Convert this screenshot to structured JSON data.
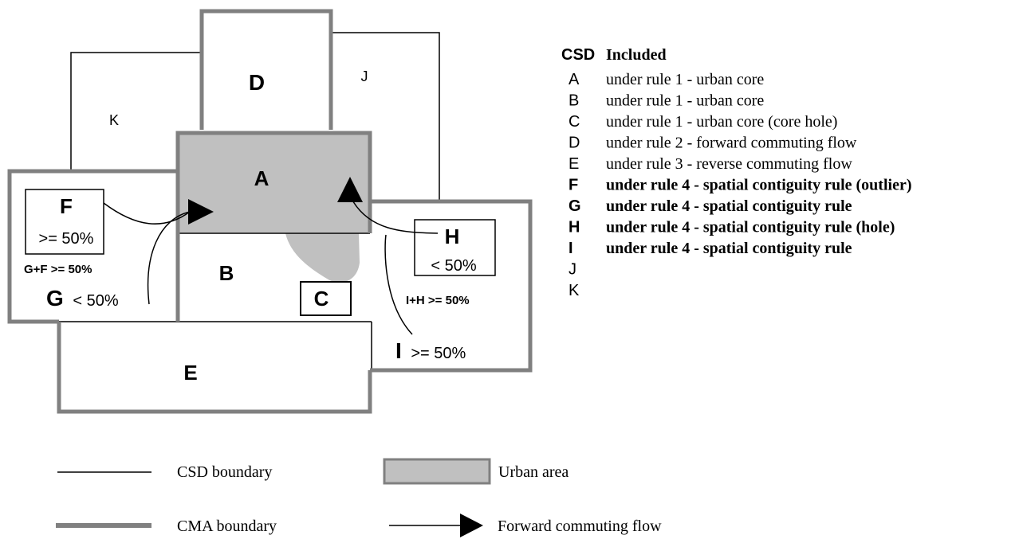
{
  "map": {
    "regions": {
      "A": "A",
      "B": "B",
      "C": "C",
      "D": "D",
      "E": "E",
      "F": "F",
      "G": "G",
      "H": "H",
      "I": "I",
      "J": "J",
      "K": "K"
    },
    "annotations": {
      "f_pct": ">= 50%",
      "g_pct": "< 50%",
      "gf_sum": "G+F >= 50%",
      "h_pct": "< 50%",
      "ih_sum": "I+H >= 50%",
      "i_pct": ">= 50%"
    }
  },
  "table": {
    "header_csd": "CSD",
    "header_included": "Included",
    "rows": [
      {
        "csd": "A",
        "rule": "under rule 1 - urban core",
        "bold": false
      },
      {
        "csd": "B",
        "rule": "under rule 1 - urban core",
        "bold": false
      },
      {
        "csd": "C",
        "rule": "under rule 1 - urban core (core hole)",
        "bold": false
      },
      {
        "csd": "D",
        "rule": "under rule 2 - forward commuting flow",
        "bold": false
      },
      {
        "csd": "E",
        "rule": "under rule 3 - reverse commuting flow",
        "bold": false
      },
      {
        "csd": "F",
        "rule": "under rule 4 - spatial contiguity rule (outlier)",
        "bold": true
      },
      {
        "csd": "G",
        "rule": "under rule 4 - spatial contiguity rule",
        "bold": true
      },
      {
        "csd": "H",
        "rule": "under rule 4 - spatial contiguity rule (hole)",
        "bold": true
      },
      {
        "csd": "I",
        "rule": "under rule 4 - spatial contiguity rule",
        "bold": true
      },
      {
        "csd": "J",
        "rule": "",
        "bold": false
      },
      {
        "csd": "K",
        "rule": "",
        "bold": false
      }
    ]
  },
  "legend": {
    "csd_boundary": "CSD boundary",
    "urban_area": "Urban area",
    "cma_boundary": "CMA boundary",
    "forward_flow": "Forward commuting flow"
  },
  "colors": {
    "cma_boundary": "#808080",
    "urban_area": "#c0c0c0",
    "csd_boundary": "#000000"
  }
}
